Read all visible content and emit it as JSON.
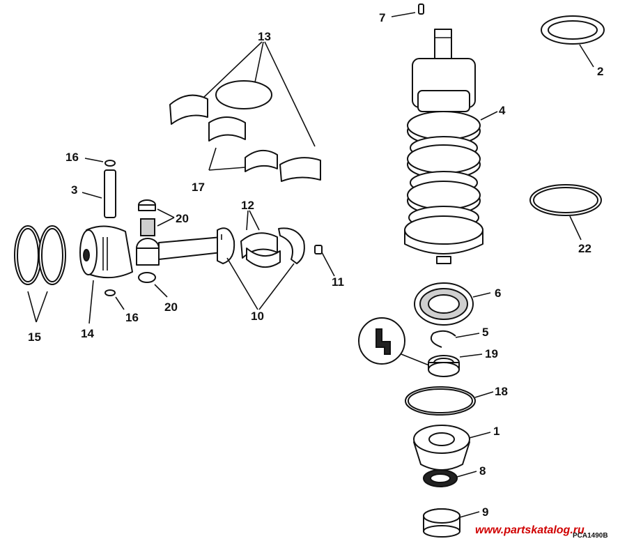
{
  "callouts": {
    "c1": "1",
    "c2": "2",
    "c3": "3",
    "c4": "4",
    "c5": "5",
    "c6": "6",
    "c7": "7",
    "c8": "8",
    "c9": "9",
    "c10": "10",
    "c11": "11",
    "c12": "12",
    "c13": "13",
    "c14": "14",
    "c15": "15",
    "c16a": "16",
    "c16b": "16",
    "c17": "17",
    "c18": "18",
    "c19": "19",
    "c20a": "20",
    "c20b": "20",
    "c22": "22"
  },
  "watermark": "www.partskatalog.ru",
  "figure_code": "PCA1490B",
  "colors": {
    "ink": "#111111",
    "watermark": "#d00000",
    "background": "#ffffff"
  }
}
